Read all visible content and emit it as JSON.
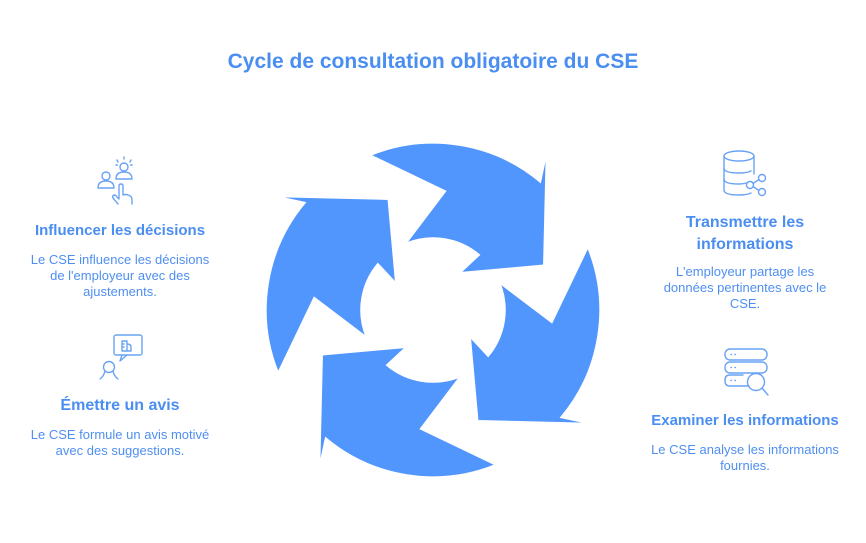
{
  "title": "Cycle de consultation obligatoire du CSE",
  "colors": {
    "accent": "#4a8ef2",
    "arrow": "#5196fd",
    "icon": "#6aa3f5"
  },
  "steps": [
    {
      "id": "influencer",
      "icon": "people-pointing-icon",
      "heading": "Influencer les décisions",
      "description": "Le CSE influence les décisions de l'employeur avec des ajustements."
    },
    {
      "id": "emettre",
      "icon": "person-speech-bubble-icon",
      "heading": "Émettre un avis",
      "description": "Le CSE formule un avis motivé avec des suggestions."
    },
    {
      "id": "transmettre",
      "icon": "database-share-icon",
      "heading": "Transmettre les informations",
      "description": "L'employeur partage les données pertinentes avec le CSE."
    },
    {
      "id": "examiner",
      "icon": "server-search-icon",
      "heading": "Examiner les informations",
      "description": "Le CSE analyse les informations fournies."
    }
  ]
}
